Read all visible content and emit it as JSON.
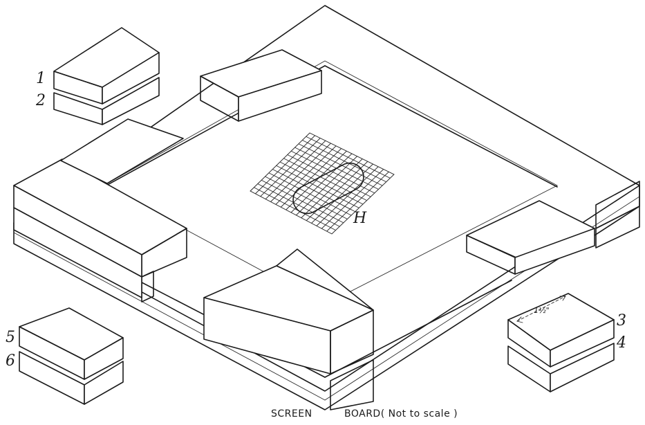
{
  "drawing": {
    "caption_left": "SCREEN",
    "caption_right": "BOARD( Not to scale )",
    "grid_label": "H",
    "dimension": "1½\"",
    "pieces": [
      {
        "id": "1",
        "label": "1"
      },
      {
        "id": "2",
        "label": "2"
      },
      {
        "id": "3",
        "label": "3"
      },
      {
        "id": "4",
        "label": "4"
      },
      {
        "id": "5",
        "label": "5"
      },
      {
        "id": "6",
        "label": "6"
      }
    ]
  },
  "colors": {
    "ink": "#1b1b1b",
    "paper": "#ffffff"
  },
  "icons": [
    "wood-grain-hatch"
  ]
}
